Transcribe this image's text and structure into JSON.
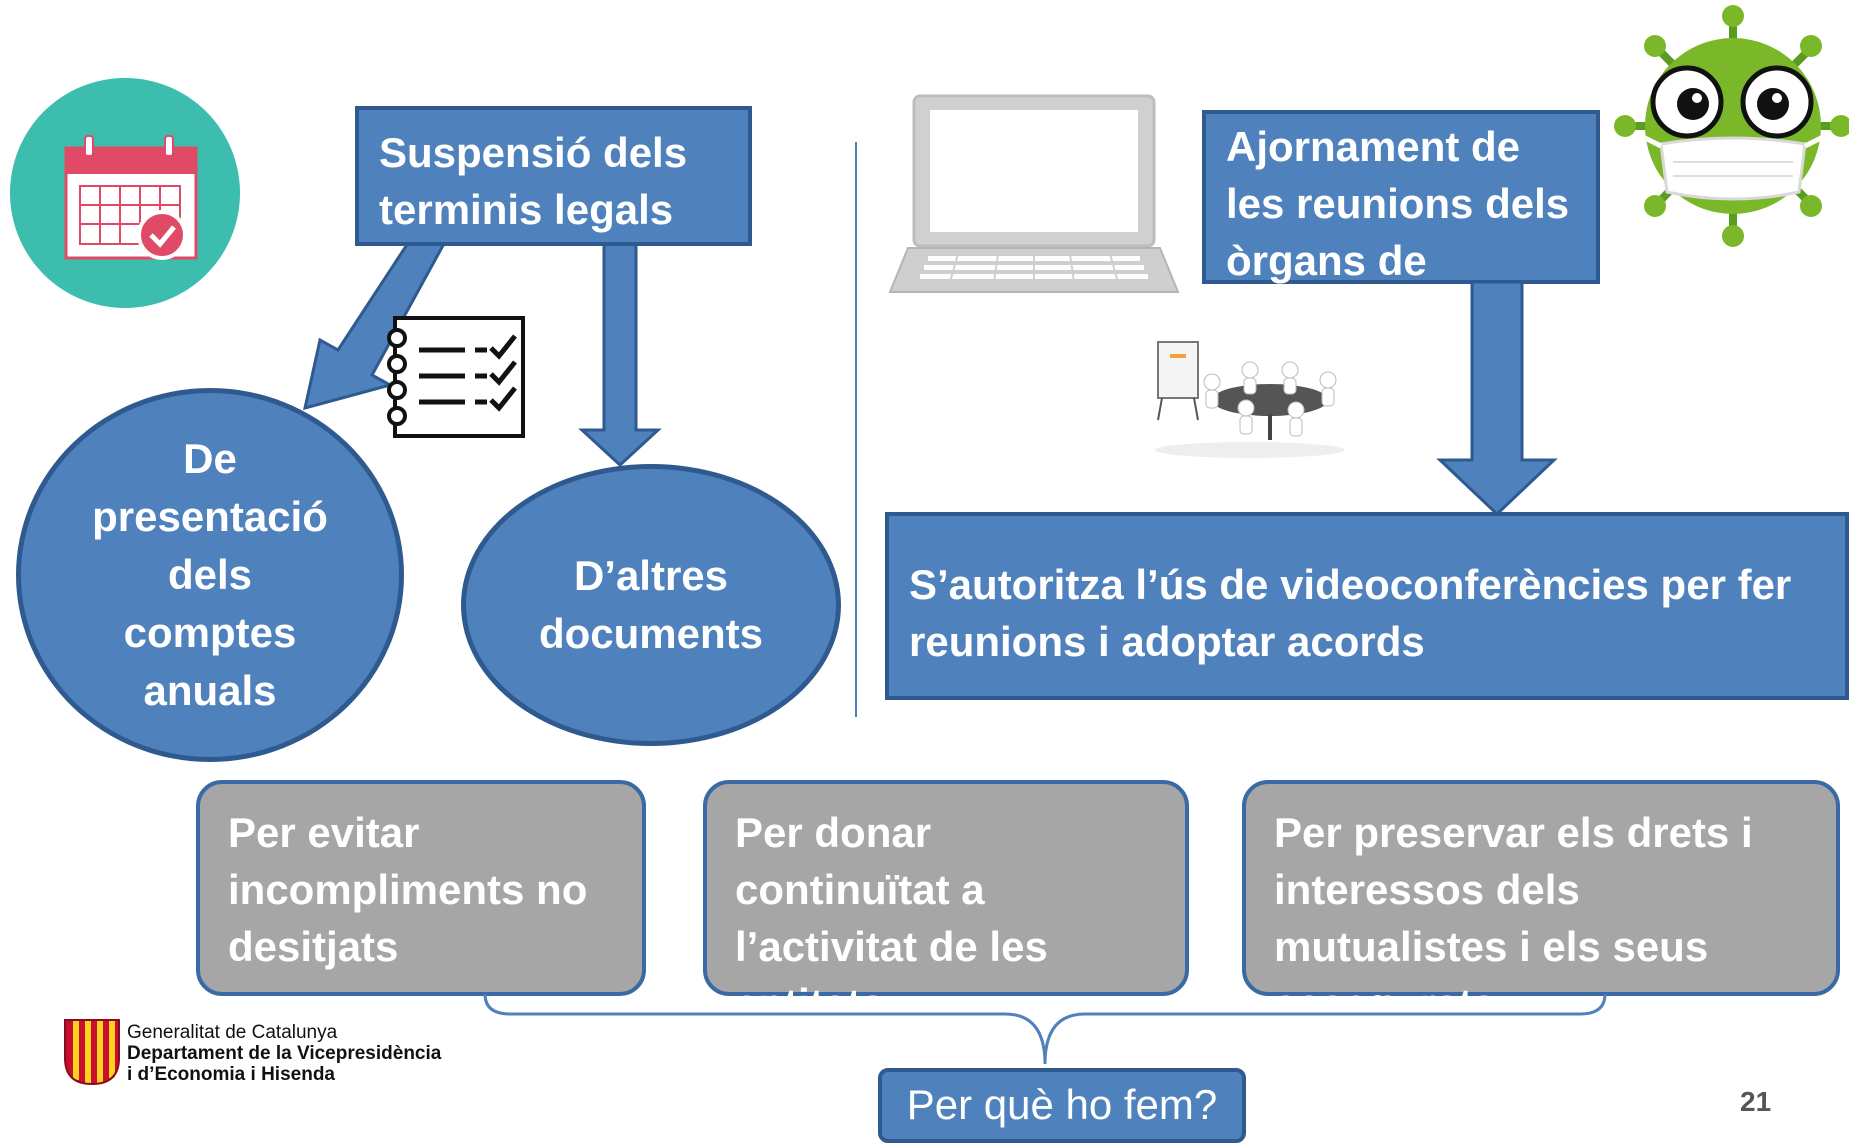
{
  "top_left": {
    "title": "Suspensió dels terminis legals",
    "oval_left": "De presentació dels comptes anuals",
    "oval_right": "D’altres documents"
  },
  "top_right": {
    "title": "Ajornament de les reunions dels òrgans de Govern",
    "result": "S’autoritza l’ús de videoconferències per fer reunions i adoptar acords"
  },
  "reasons": [
    {
      "label": "Per evitar incompliments no desitjats"
    },
    {
      "label": "Per donar continuïtat a l’activitat de les entitats"
    },
    {
      "label": "Per preservar els drets i interessos dels mutualistes i els seus assegurats"
    }
  ],
  "why_label": "Per què ho fem?",
  "footer": {
    "org_line1": "Generalitat de Catalunya",
    "org_line2": "Departament de la Vicepresidència",
    "org_line3": "i d’Economia i Hisenda",
    "page_number": "21"
  },
  "icons": [
    "calendar-icon",
    "checklist-icon",
    "laptop-icon",
    "meeting-icon",
    "virus-mask-icon",
    "generalitat-logo"
  ],
  "colors": {
    "box_blue": "#4f81bd",
    "border_blue": "#2e5a8f",
    "grey": "#a6a6a6",
    "teal": "#3dbdae",
    "virus_green": "#7ab829"
  }
}
